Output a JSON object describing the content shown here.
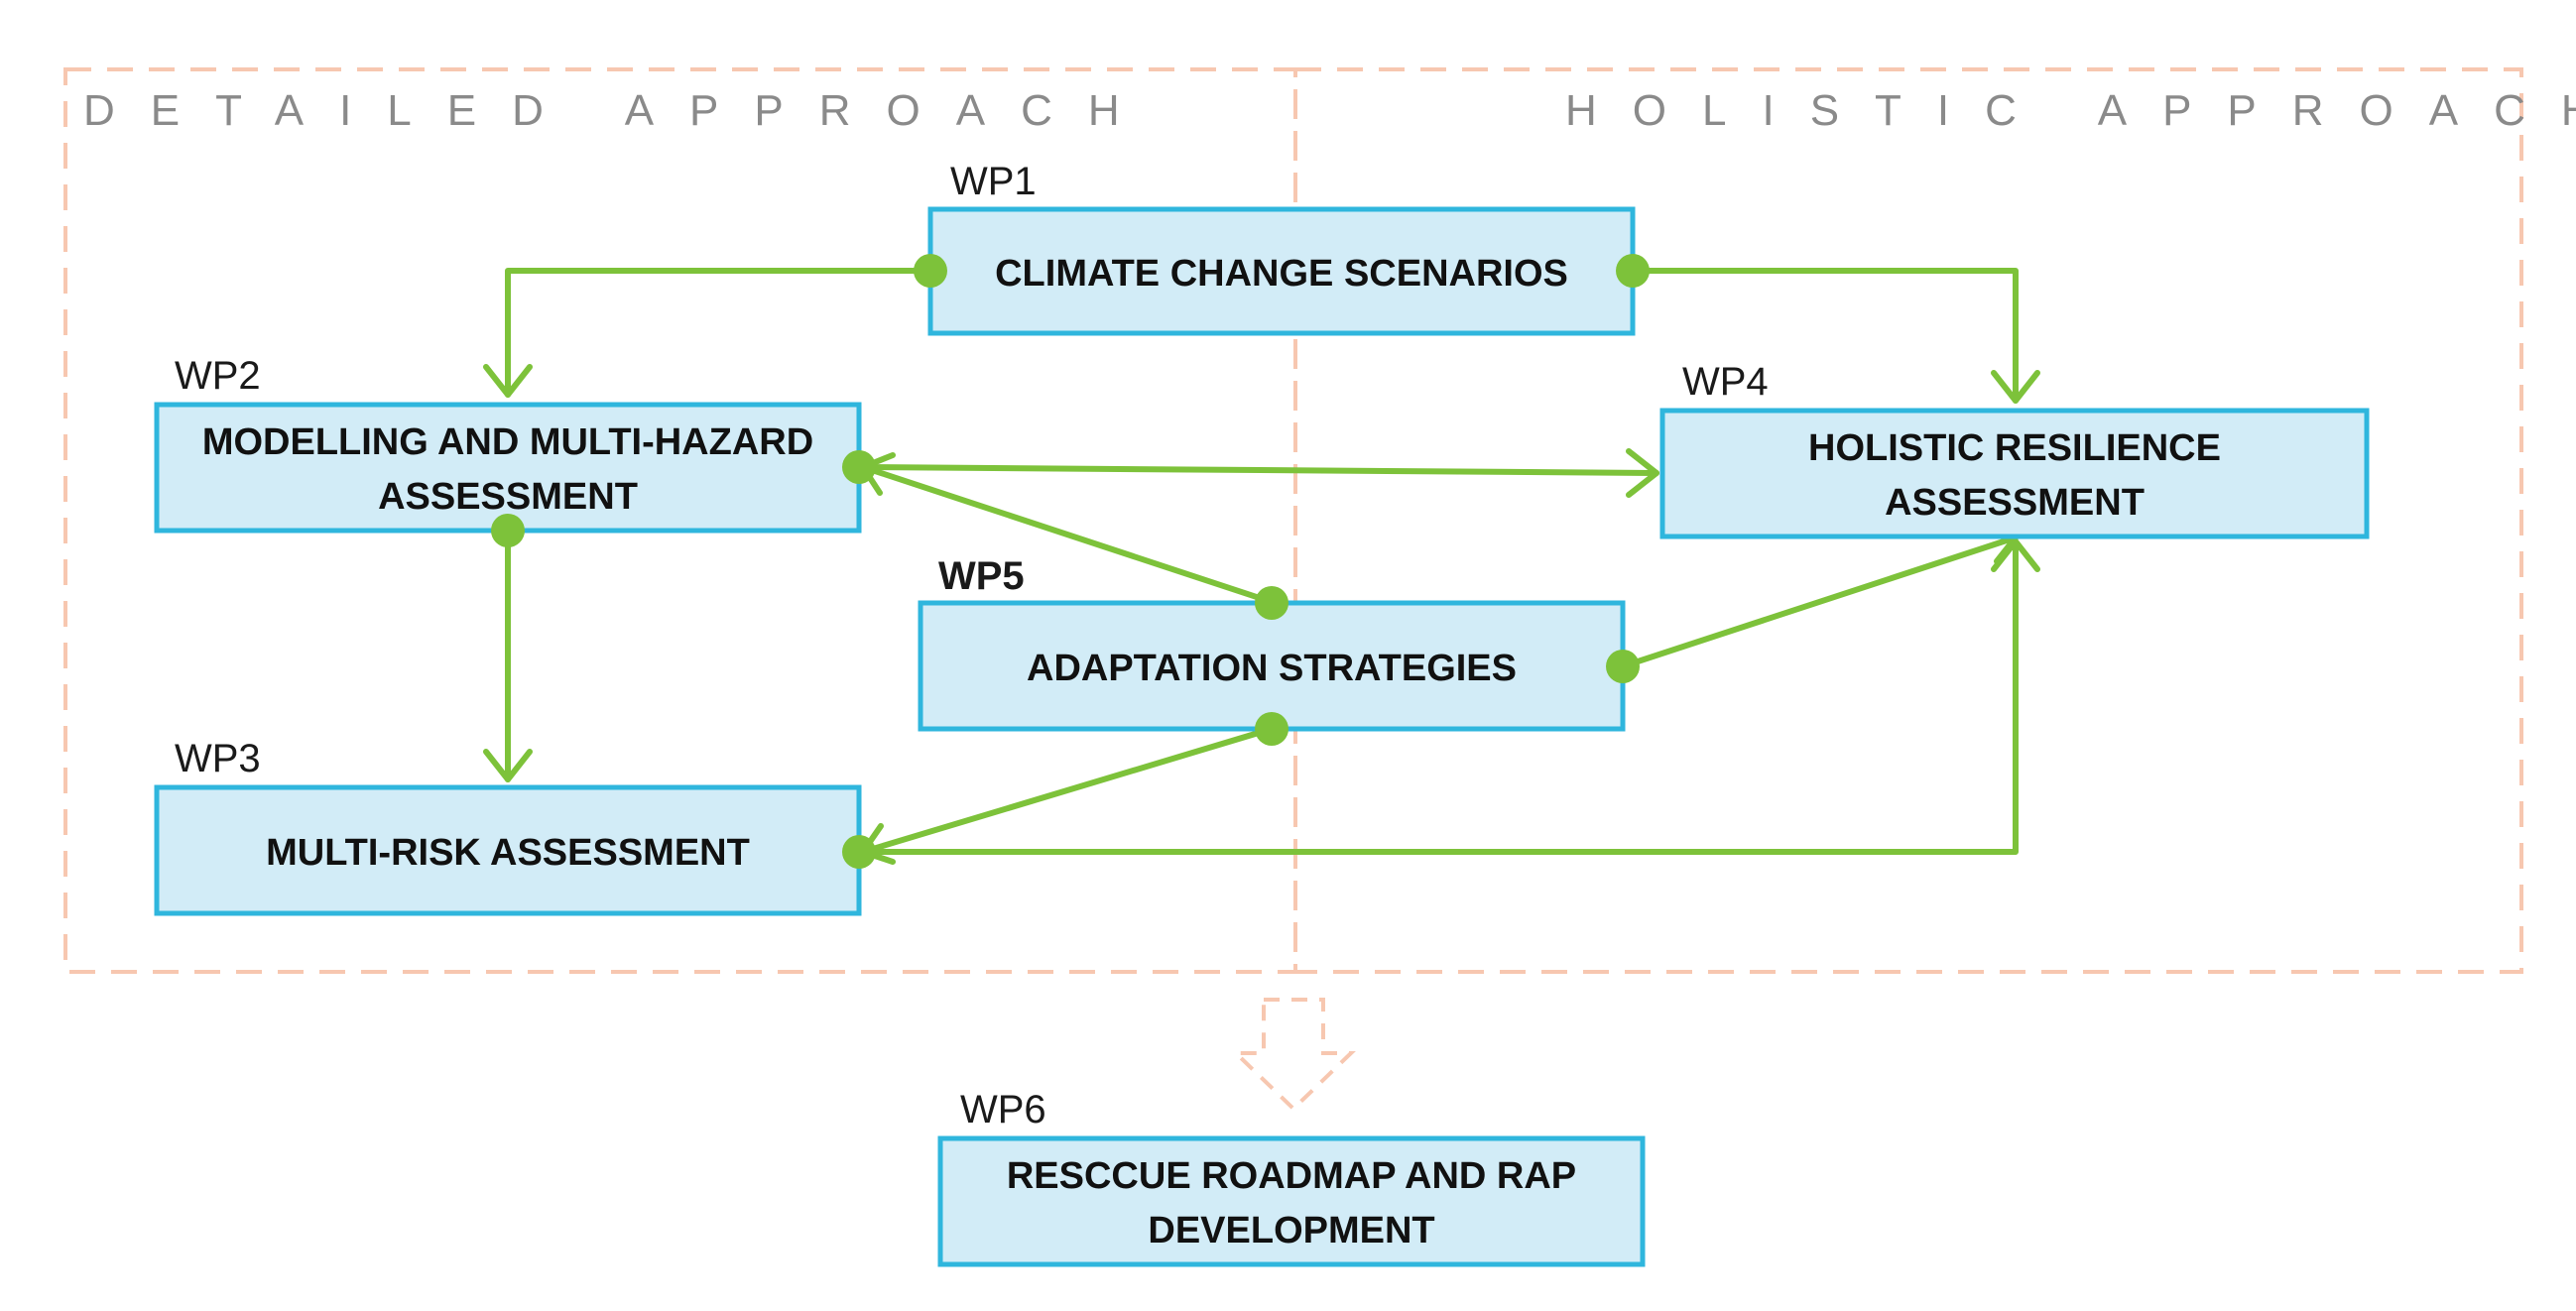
{
  "regions": {
    "detailed": "DETAILED APPROACH",
    "holistic": "HOLISTIC APPROACH"
  },
  "colors": {
    "box_fill": "#d2ecf7",
    "box_border": "#2fb6dd",
    "arrow": "#7dc23a",
    "region_border": "#f7c7b0",
    "region_title": "#8a8a8a"
  },
  "nodes": {
    "wp1": {
      "label": "WP1",
      "lines": [
        "CLIMATE CHANGE SCENARIOS"
      ]
    },
    "wp2": {
      "label": "WP2",
      "lines": [
        "MODELLING AND MULTI-HAZARD",
        "ASSESSMENT"
      ]
    },
    "wp3": {
      "label": "WP3",
      "lines": [
        "MULTI-RISK ASSESSMENT"
      ]
    },
    "wp4": {
      "label": "WP4",
      "lines": [
        "HOLISTIC RESILIENCE",
        "ASSESSMENT"
      ]
    },
    "wp5": {
      "label": "WP5",
      "lines": [
        "ADAPTATION STRATEGIES"
      ]
    },
    "wp6": {
      "label": "WP6",
      "lines": [
        "RESCCUE ROADMAP AND RAP",
        "DEVELOPMENT"
      ]
    }
  }
}
